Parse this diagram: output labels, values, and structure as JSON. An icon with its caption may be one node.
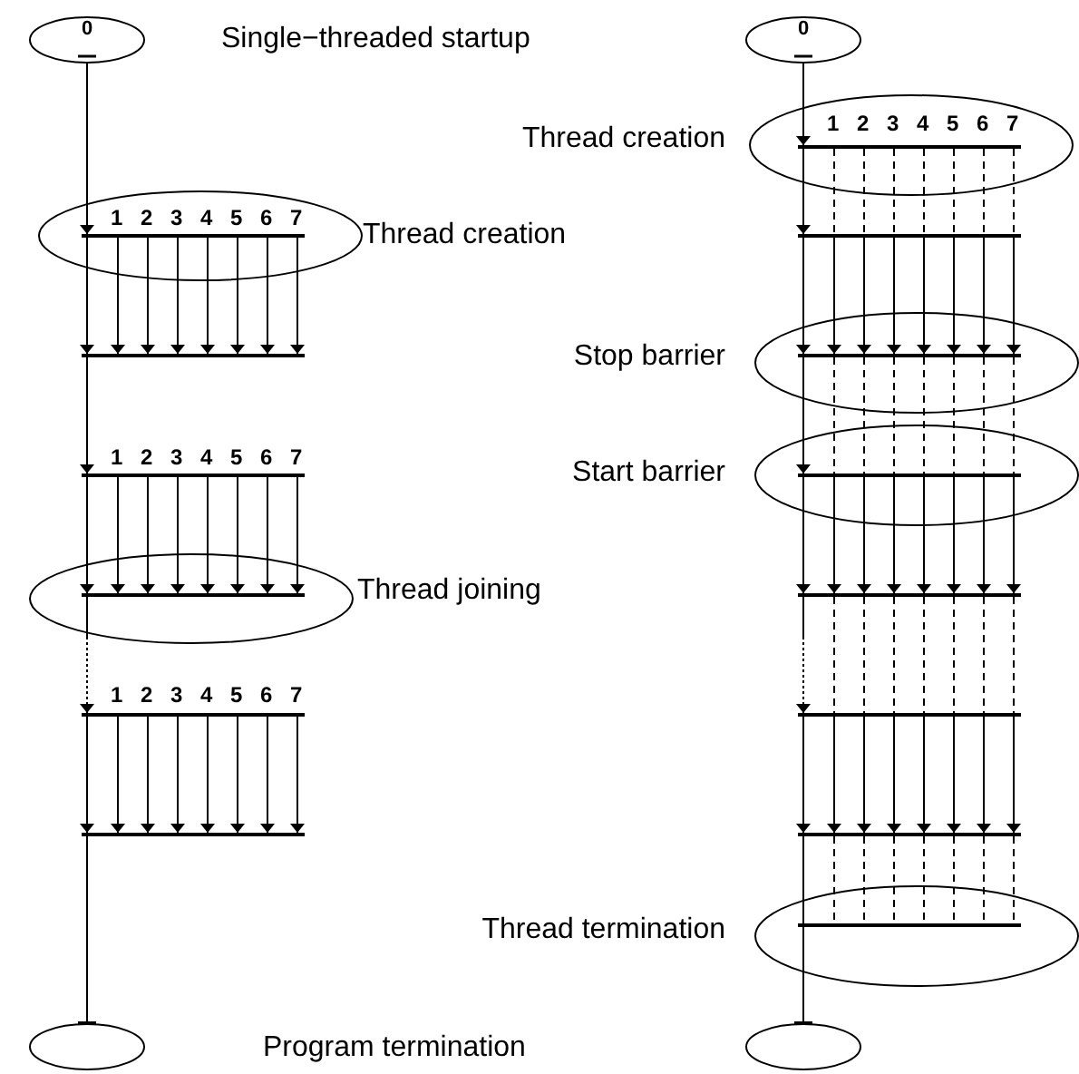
{
  "diagram": {
    "nodes": [
      {
        "text": [
          "0"
        ]
      },
      {
        "text": [],
        "shape": "ellipse",
        "beside": [
          "Thread creation"
        ]
      },
      {
        "text": [],
        "shape": "bar",
        "in": 1
      },
      {
        "text": [],
        "shape": "bar"
      },
      {
        "text": [],
        "shape": "bar"
      },
      {
        "text": [],
        "shape": "ellipse",
        "beside": [
          "Thread joining"
        ]
      },
      {
        "text": [],
        "shape": "bar",
        "in": 5
      },
      {
        "text": [],
        "shape": "bar"
      },
      {
        "text": [],
        "shape": "bar"
      },
      {
        "text": [],
        "shape": "ellipse"
      },
      {
        "text": [
          "0"
        ]
      },
      {
        "text": [],
        "shape": "ellipse",
        "beside": [
          "Thread creation"
        ]
      },
      {
        "text": [],
        "shape": "bar",
        "in": 11
      },
      {
        "text": [],
        "shape": "bar"
      },
      {
        "text": [],
        "shape": "ellipse",
        "beside": [
          "Stop barrier"
        ]
      },
      {
        "text": [],
        "shape": "bar",
        "in": 14
      },
      {
        "text": [],
        "shape": "ellipse",
        "beside": [
          "Start barrier"
        ]
      },
      {
        "text": [],
        "shape": "bar",
        "in": 16
      },
      {
        "text": [],
        "shape": "bar"
      },
      {
        "text": [],
        "shape": "bar"
      },
      {
        "text": [],
        "shape": "bar"
      },
      {
        "text": [],
        "shape": "ellipse",
        "beside": [
          "Thread termination"
        ]
      },
      {
        "text": [],
        "shape": "bar",
        "in": 21
      },
      {
        "text": [],
        "shape": "ellipse"
      }
    ],
    "edges": [
      {
        "from": 0,
        "to": 2,
        "arrow": "to"
      },
      {
        "from": 2,
        "to": 3,
        "arrow": "to"
      },
      {
        "from": 2,
        "to": 3,
        "arrow": "to"
      },
      {
        "from": 2,
        "to": 3,
        "arrow": "to"
      },
      {
        "from": 2,
        "to": 3,
        "arrow": "to"
      },
      {
        "from": 2,
        "to": 3,
        "arrow": "to"
      },
      {
        "from": 2,
        "to": 3,
        "arrow": "to"
      },
      {
        "from": 2,
        "to": 3,
        "arrow": "to"
      },
      {
        "from": 2,
        "to": 3,
        "arrow": "to"
      },
      {
        "from": 3,
        "to": 4,
        "arrow": "to"
      },
      {
        "from": 4,
        "to": 6,
        "arrow": "to"
      },
      {
        "from": 4,
        "to": 6,
        "arrow": "to"
      },
      {
        "from": 4,
        "to": 6,
        "arrow": "to"
      },
      {
        "from": 4,
        "to": 6,
        "arrow": "to"
      },
      {
        "from": 4,
        "to": 6,
        "arrow": "to"
      },
      {
        "from": 4,
        "to": 6,
        "arrow": "to"
      },
      {
        "from": 4,
        "to": 6,
        "arrow": "to"
      },
      {
        "from": 4,
        "to": 6,
        "arrow": "to"
      },
      {
        "from": 6,
        "to": 7,
        "arrow": "to",
        "style": "dashed"
      },
      {
        "from": 7,
        "to": 8,
        "arrow": "to"
      },
      {
        "from": 7,
        "to": 8,
        "arrow": "to"
      },
      {
        "from": 7,
        "to": 8,
        "arrow": "to"
      },
      {
        "from": 7,
        "to": 8,
        "arrow": "to"
      },
      {
        "from": 7,
        "to": 8,
        "arrow": "to"
      },
      {
        "from": 7,
        "to": 8,
        "arrow": "to"
      },
      {
        "from": 7,
        "to": 8,
        "arrow": "to"
      },
      {
        "from": 7,
        "to": 8,
        "arrow": "to"
      },
      {
        "from": 8,
        "to": 9,
        "arrow": "other"
      },
      {
        "from": 10,
        "to": 12,
        "arrow": "to"
      },
      {
        "from": 12,
        "to": 13,
        "arrow": "to"
      },
      {
        "from": 12,
        "to": 13,
        "arrow": "none",
        "style": "dashed"
      },
      {
        "from": 12,
        "to": 13,
        "arrow": "none",
        "style": "dashed"
      },
      {
        "from": 12,
        "to": 13,
        "arrow": "none",
        "style": "dashed"
      },
      {
        "from": 12,
        "to": 13,
        "arrow": "none",
        "style": "dashed"
      },
      {
        "from": 12,
        "to": 13,
        "arrow": "none",
        "style": "dashed"
      },
      {
        "from": 12,
        "to": 13,
        "arrow": "none",
        "style": "dashed"
      },
      {
        "from": 12,
        "to": 13,
        "arrow": "none",
        "style": "dashed"
      },
      {
        "from": 13,
        "to": 15,
        "arrow": "to"
      },
      {
        "from": 13,
        "to": 15,
        "arrow": "to"
      },
      {
        "from": 13,
        "to": 15,
        "arrow": "to"
      },
      {
        "from": 13,
        "to": 15,
        "arrow": "to"
      },
      {
        "from": 13,
        "to": 15,
        "arrow": "to"
      },
      {
        "from": 13,
        "to": 15,
        "arrow": "to"
      },
      {
        "from": 13,
        "to": 15,
        "arrow": "to"
      },
      {
        "from": 13,
        "to": 15,
        "arrow": "to"
      },
      {
        "from": 15,
        "to": 17,
        "arrow": "to"
      },
      {
        "from": 15,
        "to": 17,
        "arrow": "none",
        "style": "dashed"
      },
      {
        "from": 15,
        "to": 17,
        "arrow": "none",
        "style": "dashed"
      },
      {
        "from": 15,
        "to": 17,
        "arrow": "none",
        "style": "dashed"
      },
      {
        "from": 15,
        "to": 17,
        "arrow": "none",
        "style": "dashed"
      },
      {
        "from": 15,
        "to": 17,
        "arrow": "none",
        "style": "dashed"
      },
      {
        "from": 15,
        "to": 17,
        "arrow": "none",
        "style": "dashed"
      },
      {
        "from": 15,
        "to": 17,
        "arrow": "none",
        "style": "dashed"
      },
      {
        "from": 17,
        "to": 18,
        "arrow": "to"
      },
      {
        "from": 17,
        "to": 18,
        "arrow": "to"
      },
      {
        "from": 17,
        "to": 18,
        "arrow": "to"
      },
      {
        "from": 17,
        "to": 18,
        "arrow": "to"
      },
      {
        "from": 17,
        "to": 18,
        "arrow": "to"
      },
      {
        "from": 17,
        "to": 18,
        "arrow": "to"
      },
      {
        "from": 17,
        "to": 18,
        "arrow": "to"
      },
      {
        "from": 17,
        "to": 18,
        "arrow": "to"
      },
      {
        "from": 18,
        "to": 19,
        "arrow": "to",
        "style": "dashed"
      },
      {
        "from": 18,
        "to": 19,
        "arrow": "none",
        "style": "dashed"
      },
      {
        "from": 18,
        "to": 19,
        "arrow": "none",
        "style": "dashed"
      },
      {
        "from": 18,
        "to": 19,
        "arrow": "none",
        "style": "dashed"
      },
      {
        "from": 18,
        "to": 19,
        "arrow": "none",
        "style": "dashed"
      },
      {
        "from": 18,
        "to": 19,
        "arrow": "none",
        "style": "dashed"
      },
      {
        "from": 18,
        "to": 19,
        "arrow": "none",
        "style": "dashed"
      },
      {
        "from": 18,
        "to": 19,
        "arrow": "none",
        "style": "dashed"
      },
      {
        "from": 19,
        "to": 20,
        "arrow": "to"
      },
      {
        "from": 19,
        "to": 20,
        "arrow": "to"
      },
      {
        "from": 19,
        "to": 20,
        "arrow": "to"
      },
      {
        "from": 19,
        "to": 20,
        "arrow": "to"
      },
      {
        "from": 19,
        "to": 20,
        "arrow": "to"
      },
      {
        "from": 19,
        "to": 20,
        "arrow": "to"
      },
      {
        "from": 19,
        "to": 20,
        "arrow": "to"
      },
      {
        "from": 19,
        "to": 20,
        "arrow": "to"
      },
      {
        "from": 20,
        "to": 22,
        "arrow": "none"
      },
      {
        "from": 20,
        "to": 22,
        "arrow": "none",
        "style": "dashed"
      },
      {
        "from": 20,
        "to": 22,
        "arrow": "none",
        "style": "dashed"
      },
      {
        "from": 20,
        "to": 22,
        "arrow": "none",
        "style": "dashed"
      },
      {
        "from": 20,
        "to": 22,
        "arrow": "none",
        "style": "dashed"
      },
      {
        "from": 20,
        "to": 22,
        "arrow": "none",
        "style": "dashed"
      },
      {
        "from": 20,
        "to": 22,
        "arrow": "none",
        "style": "dashed"
      },
      {
        "from": 20,
        "to": 22,
        "arrow": "none",
        "style": "dashed"
      },
      {
        "from": 22,
        "to": 23,
        "arrow": "other"
      }
    ],
    "labels": [
      "Single−threaded startup",
      "1",
      "2",
      "3",
      "4",
      "5",
      "6",
      "7",
      "1",
      "2",
      "3",
      "4",
      "5",
      "6",
      "7",
      "1",
      "2",
      "3",
      "4",
      "5",
      "6",
      "7",
      "1",
      "2",
      "3",
      "4",
      "5",
      "6",
      "7",
      "Program termination"
    ]
  }
}
